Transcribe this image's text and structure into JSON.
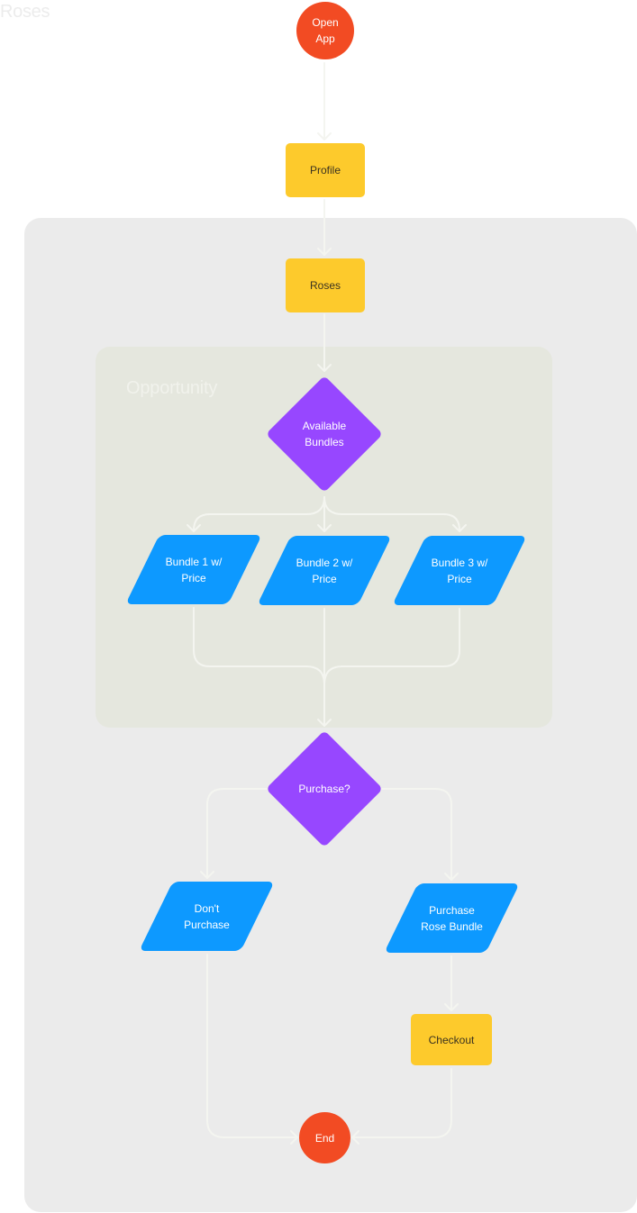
{
  "page": {
    "title": "Roses"
  },
  "groups": {
    "opportunity": {
      "label": "Opportunity"
    }
  },
  "colors": {
    "terminal": "#f24b23",
    "process": "#fdca2c",
    "decision": "#9747ff",
    "io": "#0d99ff",
    "connector": "#f4f5f0"
  },
  "nodes": {
    "open_app": {
      "type": "terminal",
      "label": "Open\nApp"
    },
    "profile": {
      "type": "process",
      "label": "Profile"
    },
    "roses": {
      "type": "process",
      "label": "Roses"
    },
    "available_bundles": {
      "type": "decision",
      "label": "Available\nBundles"
    },
    "bundle_1": {
      "type": "io",
      "label": "Bundle 1 w/\nPrice"
    },
    "bundle_2": {
      "type": "io",
      "label": "Bundle 2 w/\nPrice"
    },
    "bundle_3": {
      "type": "io",
      "label": "Bundle 3 w/\nPrice"
    },
    "purchase_decision": {
      "type": "decision",
      "label": "Purchase?"
    },
    "dont_purchase": {
      "type": "io",
      "label": "Don't\nPurchase"
    },
    "purchase_rose_bundle": {
      "type": "io",
      "label": "Purchase\nRose Bundle"
    },
    "checkout": {
      "type": "process",
      "label": "Checkout"
    },
    "end": {
      "type": "terminal",
      "label": "End"
    }
  },
  "edges": [
    {
      "from": "open_app",
      "to": "profile"
    },
    {
      "from": "profile",
      "to": "roses"
    },
    {
      "from": "roses",
      "to": "available_bundles"
    },
    {
      "from": "available_bundles",
      "to": "bundle_1"
    },
    {
      "from": "available_bundles",
      "to": "bundle_2"
    },
    {
      "from": "available_bundles",
      "to": "bundle_3"
    },
    {
      "from": "bundle_1",
      "to": "purchase_decision"
    },
    {
      "from": "bundle_2",
      "to": "purchase_decision"
    },
    {
      "from": "bundle_3",
      "to": "purchase_decision"
    },
    {
      "from": "purchase_decision",
      "to": "dont_purchase"
    },
    {
      "from": "purchase_decision",
      "to": "purchase_rose_bundle"
    },
    {
      "from": "purchase_rose_bundle",
      "to": "checkout"
    },
    {
      "from": "dont_purchase",
      "to": "end"
    },
    {
      "from": "checkout",
      "to": "end"
    }
  ]
}
